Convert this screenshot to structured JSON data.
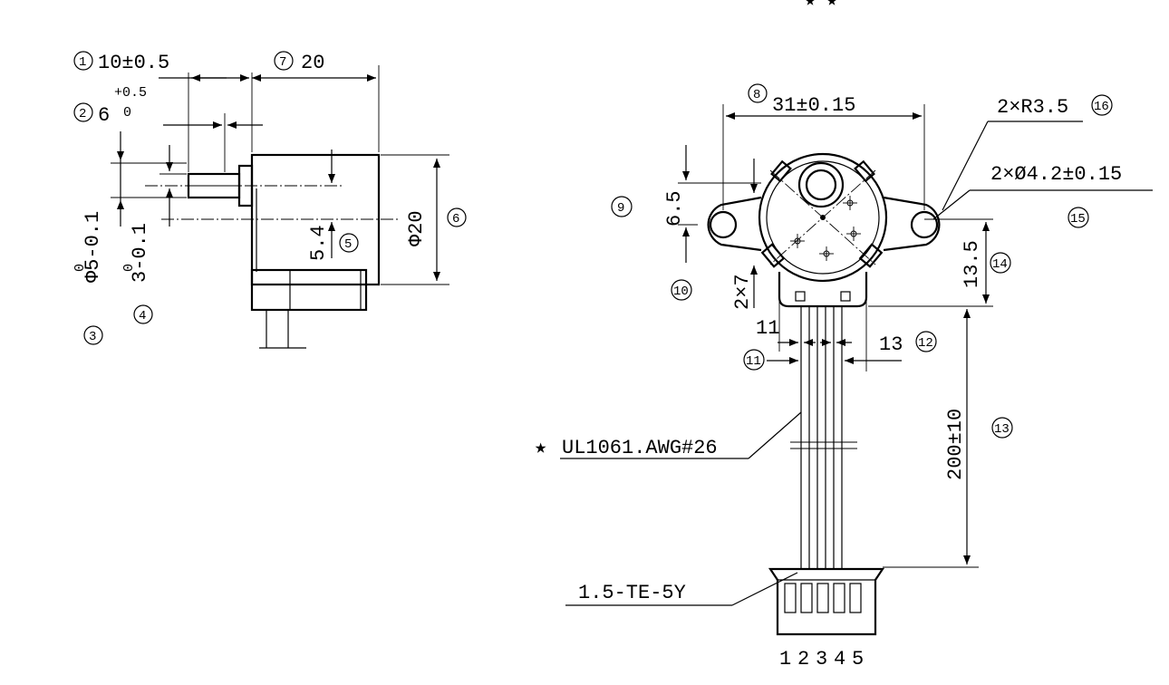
{
  "side_view": {
    "dim_shaft_length": "10±0.5",
    "dim_flat_length": "6",
    "dim_flat_tol_upper": "+0.5",
    "dim_flat_tol_lower": "0",
    "dim_body_length": "20",
    "dim_shaft_dia": "Φ5-0.1",
    "dim_shaft_dia_tol": "0",
    "dim_flat_width": "3-0.1",
    "dim_flat_width_tol": "0",
    "dim_offset": "5.4",
    "dim_body_dia": "Φ20",
    "callouts": {
      "c1": "1",
      "c2": "2",
      "c3": "3",
      "c4": "4",
      "c5": "5",
      "c6": "6",
      "c7": "7"
    }
  },
  "front_view": {
    "dim_mount_span": "31±0.15",
    "dim_radius": "2×R3.5",
    "dim_holes": "2×Ø4.2±0.15",
    "dim_ear_height": "6.5",
    "dim_bumps": "2×7",
    "dim_center_height": "13.5",
    "dim_11": "11",
    "dim_13": "13",
    "dim_lead_length": "200±10",
    "wire_spec": "UL1061.AWG#26",
    "wire_star": "★",
    "connector_spec": "1.5-TE-5Y",
    "pins": [
      "1",
      "2",
      "3",
      "4",
      "5"
    ],
    "callouts": {
      "c8": "8",
      "c9": "9",
      "c10": "10",
      "c11": "11",
      "c12": "12",
      "c13": "13",
      "c14": "14",
      "c15": "15",
      "c16": "16"
    }
  },
  "top_marks": "★  ★"
}
